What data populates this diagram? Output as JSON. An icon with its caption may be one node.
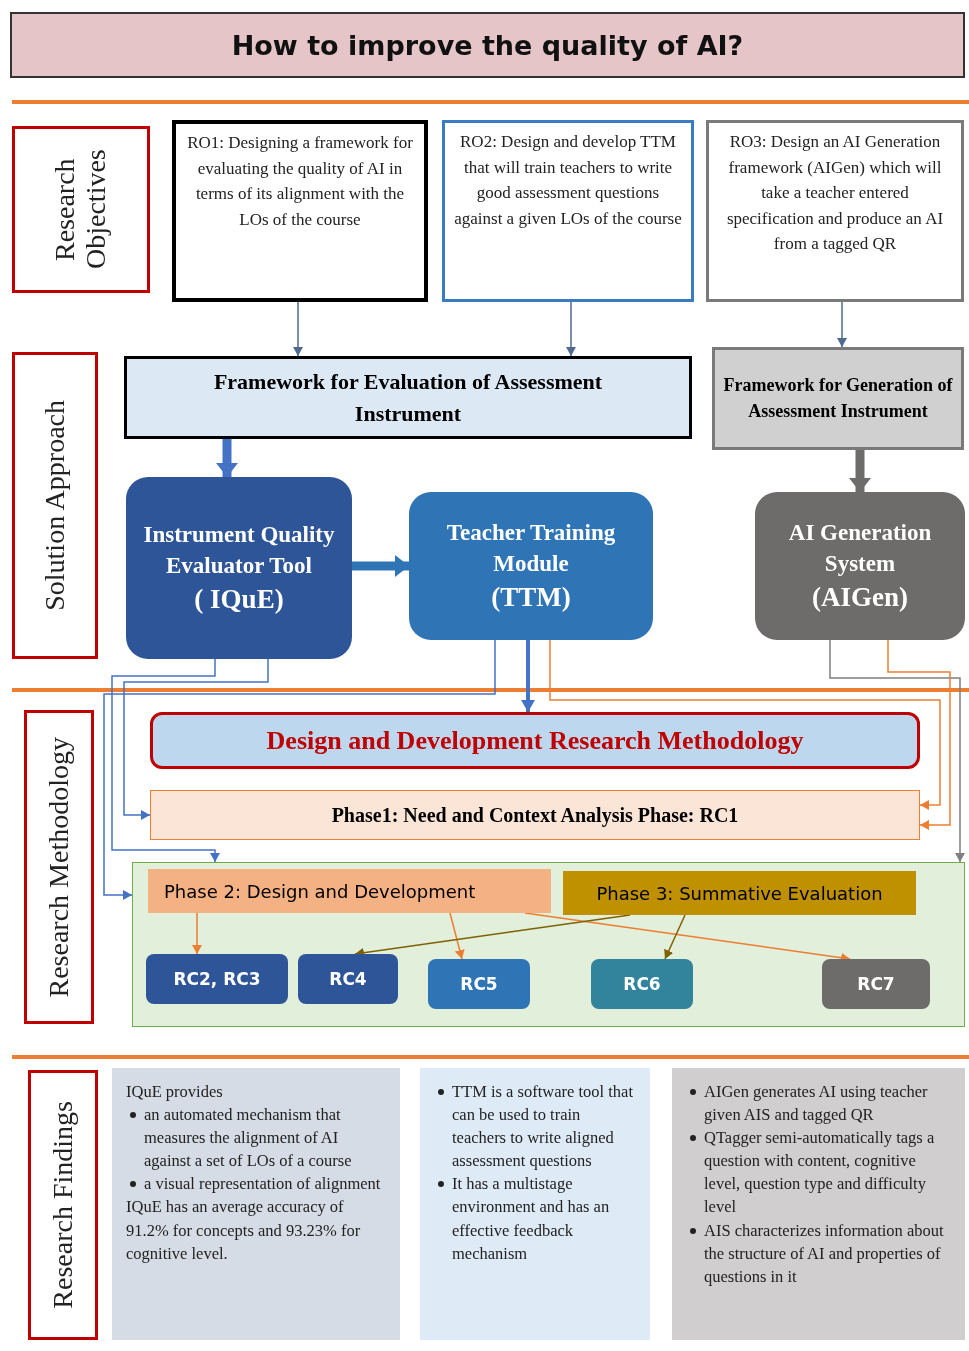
{
  "diagram": {
    "title": "How to improve the quality of AI?",
    "nodes": [
      {
        "text": [
          "Research Objectives"
        ]
      },
      {
        "text": [
          "RO1: Designing a framework for evaluating the quality of AI in terms of its alignment with the LOs of the course"
        ]
      },
      {
        "text": [
          "RO2: Design and develop TTM that will train teachers to write good assessment questions against a given LOs of the course"
        ]
      },
      {
        "text": [
          "RO3: Design an AI Generation framework (AIGen) which will take a teacher entered specification and produce an AI from a tagged QR"
        ]
      },
      {
        "text": [
          "Solution Approach"
        ]
      },
      {
        "text": [
          "Framework for Evaluation of Assessment Instrument"
        ]
      },
      {
        "text": [
          "Framework for Generation of Assessment Instrument"
        ]
      },
      {
        "text": [
          "Instrument Quality Evaluator Tool",
          "( IQuE)"
        ]
      },
      {
        "text": [
          "Teacher Training Module",
          "(TTM)"
        ]
      },
      {
        "text": [
          "AI Generation System",
          "(AIGen)"
        ]
      },
      {
        "text": [
          "Research Methodology"
        ]
      },
      {
        "text": [
          "Design and Development Research Methodology"
        ]
      },
      {
        "text": [
          "Phase1: Need and Context Analysis Phase: RC1"
        ]
      },
      {
        "text": [],
        "shape": "box"
      },
      {
        "text": [
          "Phase 2: Design and Development"
        ],
        "in": 13
      },
      {
        "text": [
          "Phase 3: Summative Evaluation"
        ],
        "in": 13
      },
      {
        "text": [
          "RC2, RC3"
        ],
        "in": 13
      },
      {
        "text": [
          "RC4"
        ],
        "in": 13
      },
      {
        "text": [
          "RC5"
        ],
        "in": 13
      },
      {
        "text": [
          "RC6"
        ],
        "in": 13
      },
      {
        "text": [
          "RC7"
        ],
        "in": 13
      },
      {
        "text": [
          "Research Findings"
        ]
      },
      {
        "text": [
          "IQuE provides",
          "an automated mechanism that measures the alignment of AI against a set of LOs of a course",
          "a visual representation of alignment",
          "IQuE has an average accuracy of 91.2% for concepts and 93.23% for cognitive level."
        ]
      },
      {
        "text": [
          "TTM is a software tool that can be used to train teachers to write aligned assessment questions",
          "It has a multistage environment and has an effective feedback mechanism"
        ]
      },
      {
        "text": [
          "AIGen generates AI using teacher given AIS and tagged QR",
          "QTagger semi-automatically tags a question with content, cognitive level, question type and difficulty level",
          "AIS characterizes information about the structure of AI and properties of questions in it"
        ]
      }
    ],
    "edges": [
      {
        "from": 1,
        "to": 5,
        "arrow": "to",
        "color": "#4f6a8f"
      },
      {
        "from": 2,
        "to": 5,
        "arrow": "to",
        "color": "#4f6a8f"
      },
      {
        "from": 3,
        "to": 6,
        "arrow": "to",
        "color": "#4f6a8f"
      },
      {
        "from": 5,
        "to": 7,
        "arrow": "to",
        "style": "thick",
        "color": "#4472c4"
      },
      {
        "from": 6,
        "to": 9,
        "arrow": "to",
        "style": "thick",
        "color": "#6e6c6b"
      },
      {
        "from": 7,
        "to": 8,
        "arrow": "to",
        "style": "thick",
        "color": "#2f75b6"
      },
      {
        "from": 7,
        "to": 13,
        "arrow": "to",
        "color": "#4472c4"
      },
      {
        "from": 7,
        "to": 12,
        "arrow": "to",
        "color": "#4472c4"
      },
      {
        "from": 8,
        "to": 13,
        "arrow": "to",
        "color": "#4472c4"
      },
      {
        "from": 8,
        "to": 11,
        "arrow": "to",
        "style": "thick",
        "color": "#4472c4"
      },
      {
        "from": 8,
        "to": 12,
        "arrow": "to",
        "color": "#ed7d31"
      },
      {
        "from": 9,
        "to": 13,
        "arrow": "to",
        "color": "#7f7f7f"
      },
      {
        "from": 9,
        "to": 12,
        "arrow": "to",
        "color": "#ed7d31"
      },
      {
        "from": 14,
        "to": 16,
        "arrow": "to",
        "color": "#ed7d31"
      },
      {
        "from": 14,
        "to": 18,
        "arrow": "to",
        "color": "#ed7d31"
      },
      {
        "from": 14,
        "to": 20,
        "arrow": "to",
        "color": "#ed7d31"
      },
      {
        "from": 15,
        "to": 17,
        "arrow": "to",
        "color": "#7f6000"
      },
      {
        "from": 15,
        "to": 19,
        "arrow": "to",
        "color": "#7f6000"
      }
    ]
  }
}
